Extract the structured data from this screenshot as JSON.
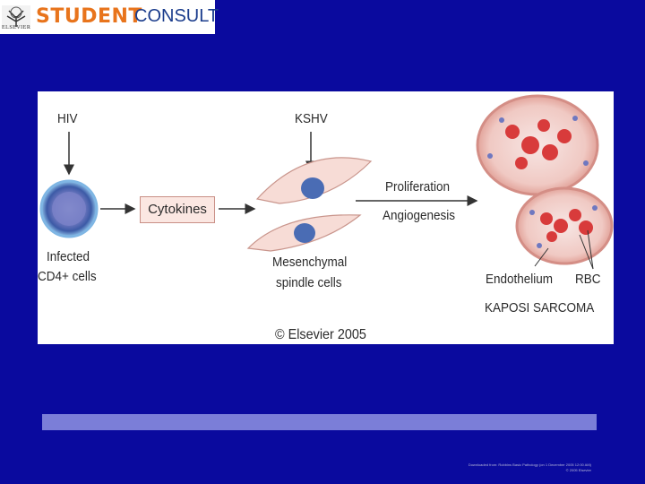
{
  "header": {
    "logo_word1": "STUDENT",
    "logo_word2": "CONSULT",
    "publisher": "ELSEVIER"
  },
  "figure": {
    "hiv_label": "HIV",
    "kshv_label": "KSHV",
    "infected_label_line1": "Infected",
    "infected_label_line2": "CD4+ cells",
    "cytokines_label": "Cytokines",
    "proliferation_label": "Proliferation",
    "angiogenesis_label": "Angiogenesis",
    "mesenchymal_label_line1": "Mesenchymal",
    "mesenchymal_label_line2": "spindle cells",
    "endothelium_label": "Endothelium",
    "rbc_label": "RBC",
    "kaposi_label": "KAPOSI SARCOMA",
    "copyright": "© Elsevier 2005"
  },
  "footer": {
    "line1": "Downloaded from: Robbins Basic Pathology (on 1 December 2005 12:00 AM)",
    "line2": "© 2005 Elsevier"
  },
  "colors": {
    "background": "#0a0a9e",
    "logo_orange": "#e8741c",
    "logo_blue": "#1a3c8c",
    "caption_bar": "#7b7ed8"
  }
}
